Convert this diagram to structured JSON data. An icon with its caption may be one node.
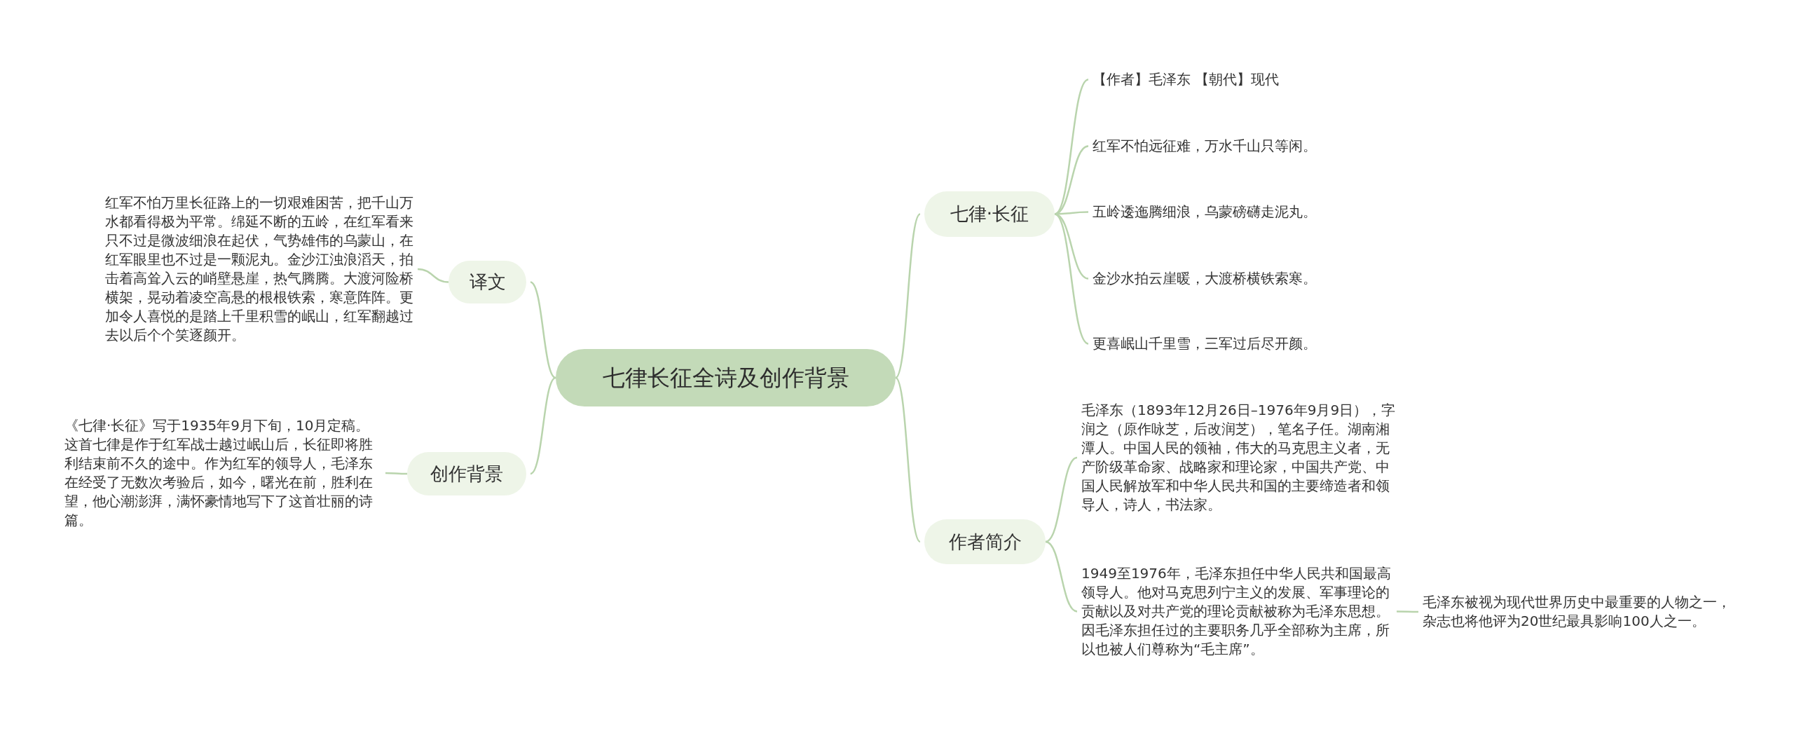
{
  "diagram": {
    "nodes": [
      {
        "text": [
          "七律长征全诗及创作背景"
        ]
      },
      {
        "text": [
          "七律·长征"
        ]
      },
      {
        "text": [
          "【作者】毛泽东  【朝代】现代"
        ]
      },
      {
        "text": [
          "红军不怕远征难，万水千山只等闲。"
        ]
      },
      {
        "text": [
          "五岭逶迤腾细浪，乌蒙磅礴走泥丸。"
        ]
      },
      {
        "text": [
          "金沙水拍云崖暖，大渡桥横铁索寒。"
        ]
      },
      {
        "text": [
          "更喜岷山千里雪，三军过后尽开颜。"
        ]
      },
      {
        "text": [
          "作者简介"
        ]
      },
      {
        "text": [
          "毛泽东（1893年12月26日–1976年9月9日），字润之（原作咏芝，后改润芝），笔名子任。湖南湘潭人。中国人民的领袖，伟大的马克思主义者，无产阶级革命家、战略家和理论家，中国共产党、中国人民解放军和中华人民共和国的主要缔造者和领导人，诗人，书法家。"
        ]
      },
      {
        "text": [
          "1949至1976年，毛泽东担任中华人民共和国最高领导人。他对马克思列宁主义的发展、军事理论的贡献以及对共产党的理论贡献被称为毛泽东思想。因毛泽东担任过的主要职务几乎全部称为主席，所以也被人们尊称为“毛主席”。"
        ]
      },
      {
        "text": [
          "毛泽东被视为现代世界历史中最重要的人物之一，杂志也将他评为20世纪最具影响100人之一。"
        ]
      },
      {
        "text": [
          "译文"
        ]
      },
      {
        "text": [
          "红军不怕万里长征路上的一切艰难困苦，把千山万水都看得极为平常。绵延不断的五岭，在红军看来只不过是微波细浪在起伏，气势雄伟的乌蒙山，在红军眼里也不过是一颗泥丸。金沙江浊浪滔天，拍击着高耸入云的峭壁悬崖，热气腾腾。大渡河险桥横架，晃动着凌空高悬的根根铁索，寒意阵阵。更加令人喜悦的是踏上千里积雪的岷山，红军翻越过去以后个个笑逐颜开。"
        ]
      },
      {
        "text": [
          "创作背景"
        ]
      },
      {
        "text": [
          "《七律·长征》写于1935年9月下旬，10月定稿。这首七律是作于红军战士越过岷山后，长征即将胜利结束前不久的途中。作为红军的领导人，毛泽东在经受了无数次考验后，如今，曙光在前，胜利在望，他心潮澎湃，满怀豪情地写下了这首壮丽的诗篇。"
        ]
      }
    ],
    "edges": [
      {
        "from": 0,
        "to": 1,
        "arrow": "none"
      },
      {
        "from": 1,
        "to": 2,
        "arrow": "none"
      },
      {
        "from": 1,
        "to": 3,
        "arrow": "none"
      },
      {
        "from": 1,
        "to": 4,
        "arrow": "none"
      },
      {
        "from": 1,
        "to": 5,
        "arrow": "none"
      },
      {
        "from": 1,
        "to": 6,
        "arrow": "none"
      },
      {
        "from": 0,
        "to": 7,
        "arrow": "none"
      },
      {
        "from": 7,
        "to": 8,
        "arrow": "none"
      },
      {
        "from": 7,
        "to": 9,
        "arrow": "none"
      },
      {
        "from": 9,
        "to": 10,
        "arrow": "none"
      },
      {
        "from": 0,
        "to": 11,
        "arrow": "none"
      },
      {
        "from": 11,
        "to": 12,
        "arrow": "none"
      },
      {
        "from": 0,
        "to": 13,
        "arrow": "none"
      },
      {
        "from": 13,
        "to": 14,
        "arrow": "none"
      }
    ]
  }
}
